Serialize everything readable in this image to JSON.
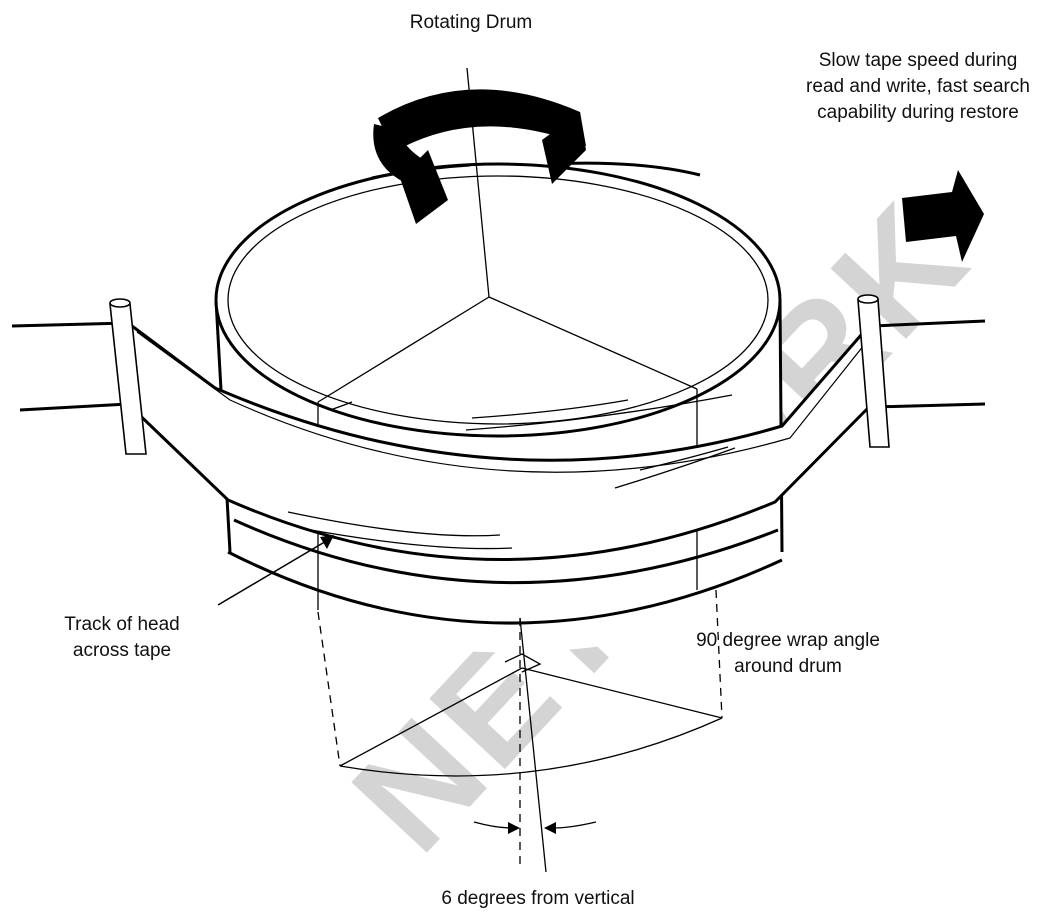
{
  "labels": {
    "rotating_drum": "Rotating Drum",
    "tape_speed_line1": "Slow tape speed during",
    "tape_speed_line2": "read and write, fast search",
    "tape_speed_line3": "capability during restore",
    "track_line1": "Track of head",
    "track_line2": "across tape",
    "wrap_line1": "90 degree wrap angle",
    "wrap_line2": "around drum",
    "degrees": "6 degrees from vertical"
  },
  "watermark": "NETWORK",
  "colors": {
    "line": "#000000",
    "watermark": "#d4d4d4",
    "background": "#ffffff"
  }
}
